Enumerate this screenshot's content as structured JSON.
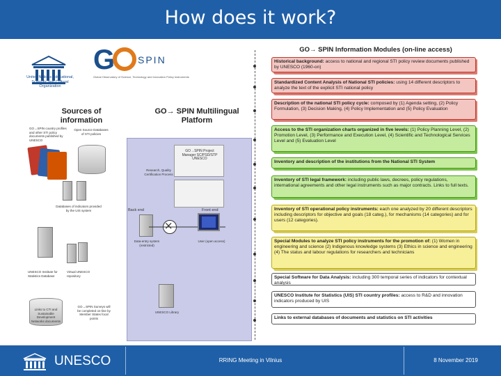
{
  "slide": {
    "title": "How does it work?"
  },
  "figure": {
    "unesco_logo_text": "United Nations Educational, Scientific and Cultural Organization",
    "gospin_sub": "Global Observatory of Science, Technology and Innovation Policy Instruments",
    "sources_title": "Sources of information",
    "platform_title": "GO→ SPIN Multilingual Platform",
    "sources": {
      "books_label": "GO→SPIN country profiles and other STI policy documents published by UNESCO",
      "opensource_label": "Open Source Databases of STI policies",
      "db_label": "Databases of indicators provided by the UIS system",
      "uis_label": "UNESCO Institute for Statistics Database",
      "repo_label": "Virtual UNESCO repository",
      "links_label": "Links to CTI and Sustainable Development Networks documents",
      "surveys_label": "GO→SPIN Surveys will be completed on-line by Member States focal points"
    },
    "platform": {
      "manager_label": "GO→SPIN Project Manager SC/PSD/STP UNESCO",
      "process_label": "Research, Quality Certification Process",
      "backend_label": "Back end",
      "frontend_label": "Front end",
      "dataentry_label": "Data-entry system (restricted)",
      "user_label": "User (open access)",
      "library_label": "UNESCO Library"
    },
    "modules_heading": "GO→ SPIN Information Modules (on-line access)",
    "modules": [
      {
        "color": "red",
        "bold": "Historical background:",
        "text": " access to national and regional STI policy review documents published by UNESCO (1960-on)"
      },
      {
        "color": "red",
        "bold": "Standardized Content Analysis of National STI policies:",
        "text": " using 14 different descriptors to analyze the text of the explicit STI national policy"
      },
      {
        "color": "red",
        "bold": "Description of the national STI policy cycle:",
        "text": " composed by (1) Agenda setting, (2) Policy Formulation, (3) Decision Making, (4) Policy Implementation and (5) Policy Evaluation"
      },
      {
        "color": "green",
        "bold": "Access to the STI organization charts organized in five levels:",
        "text": " (1) Policy Planning Level, (2) Promotion Level, (3) Performance and Execution Level, (4) Scientific and Technological Services Level and (5) Evaluation Level"
      },
      {
        "color": "green",
        "bold": "Inventory and description of the institutions from the National STI System",
        "text": ""
      },
      {
        "color": "green",
        "bold": "Inventory of STI legal framework:",
        "text": " including public laws, decrees, policy regulations, international agreements and other legal instruments such as major contracts. Links to full texts."
      },
      {
        "color": "yellow",
        "bold": "Inventory of STI operational policy instruments:",
        "text": " each one analyzed by 20 different descriptors including descriptors for objective and goals (18 categ.), for mechanisms (14 categories) and for users (12 categories)."
      },
      {
        "color": "yellow",
        "bold": "Special Modules to analyze STI policy instruments for the promotion of:",
        "text": " (1) Women in engineering and science (2) Indigenous knowledge systems (3) Ethics in science and engineering (4) The status and labour regulations for researchers and technicians"
      },
      {
        "color": "white",
        "bold": "Special Software for Data Analysis:",
        "text": " including 300 temporal series of indicators for contextual analysis"
      },
      {
        "color": "white",
        "bold": "UNESCO Institute for Statistics (UIS) STI country profiles:",
        "text": " access to R&D and innovation indicators produced by UIS"
      },
      {
        "color": "white",
        "bold": "Links to external databases of documents and statistics on STI activities",
        "text": ""
      }
    ]
  },
  "footer": {
    "brand": "UNESCO",
    "meeting": "RRING Meeting in Vilnius",
    "date": "8 November 2019"
  },
  "colors": {
    "title_bar": "#1f5fa7",
    "footer": "#1f5fa7",
    "module_red": "#f3c6c2",
    "module_green": "#c5ec9e",
    "module_yellow": "#f8f099"
  }
}
